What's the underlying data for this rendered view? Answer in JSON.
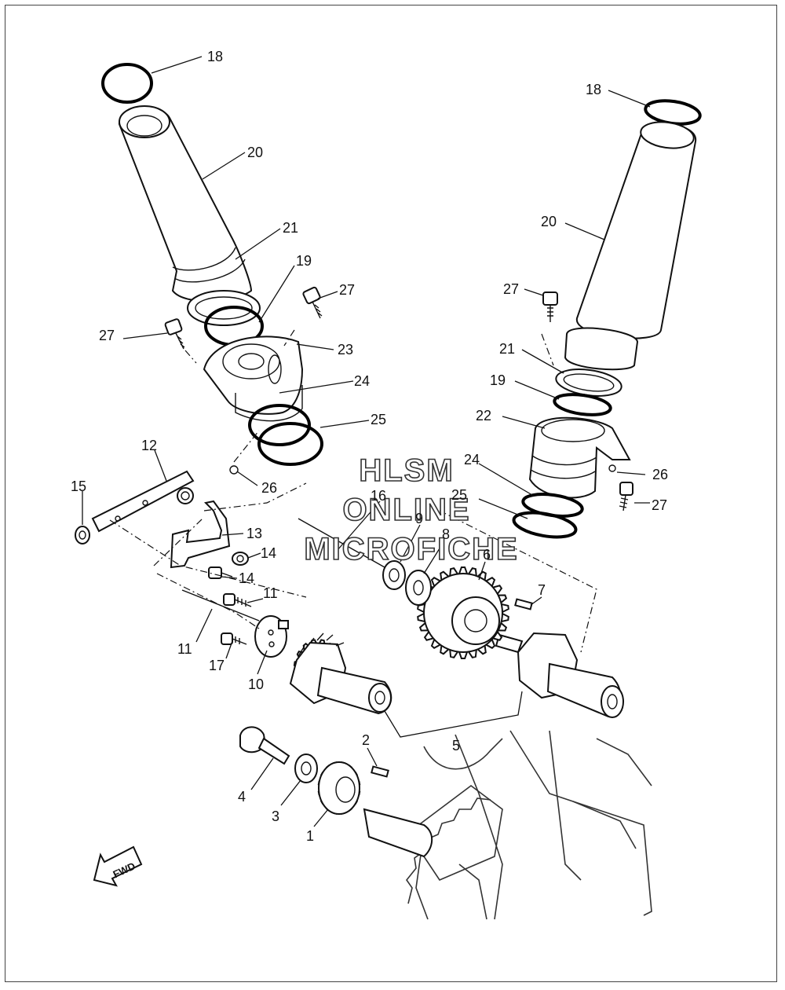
{
  "watermark": {
    "line1": "HLSM",
    "line2": "ONLINE",
    "line3": "MICROFICHE"
  },
  "direction_label": "FWD",
  "callouts": [
    {
      "id": "c18a",
      "text": "18"
    },
    {
      "id": "c20a",
      "text": "20"
    },
    {
      "id": "c21a",
      "text": "21"
    },
    {
      "id": "c19a",
      "text": "19"
    },
    {
      "id": "c27a",
      "text": "27"
    },
    {
      "id": "c27b",
      "text": "27"
    },
    {
      "id": "c23",
      "text": "23"
    },
    {
      "id": "c24a",
      "text": "24"
    },
    {
      "id": "c25a",
      "text": "25"
    },
    {
      "id": "c26a",
      "text": "26"
    },
    {
      "id": "c12",
      "text": "12"
    },
    {
      "id": "c15",
      "text": "15"
    },
    {
      "id": "c13",
      "text": "13"
    },
    {
      "id": "c14a",
      "text": "14"
    },
    {
      "id": "c14b",
      "text": "14"
    },
    {
      "id": "c11a",
      "text": "11"
    },
    {
      "id": "c11b",
      "text": "11"
    },
    {
      "id": "c17",
      "text": "17"
    },
    {
      "id": "c10",
      "text": "10"
    },
    {
      "id": "c16",
      "text": "16"
    },
    {
      "id": "c9",
      "text": "9"
    },
    {
      "id": "c8",
      "text": "8"
    },
    {
      "id": "c6",
      "text": "6"
    },
    {
      "id": "c7",
      "text": "7"
    },
    {
      "id": "c5",
      "text": "5"
    },
    {
      "id": "c2",
      "text": "2"
    },
    {
      "id": "c4",
      "text": "4"
    },
    {
      "id": "c3",
      "text": "3"
    },
    {
      "id": "c1",
      "text": "1"
    },
    {
      "id": "c18b",
      "text": "18"
    },
    {
      "id": "c20b",
      "text": "20"
    },
    {
      "id": "c27c",
      "text": "27"
    },
    {
      "id": "c21b",
      "text": "21"
    },
    {
      "id": "c19b",
      "text": "19"
    },
    {
      "id": "c22",
      "text": "22"
    },
    {
      "id": "c26b",
      "text": "26"
    },
    {
      "id": "c24b",
      "text": "24"
    },
    {
      "id": "c25b",
      "text": "25"
    },
    {
      "id": "c27d",
      "text": "27"
    }
  ]
}
